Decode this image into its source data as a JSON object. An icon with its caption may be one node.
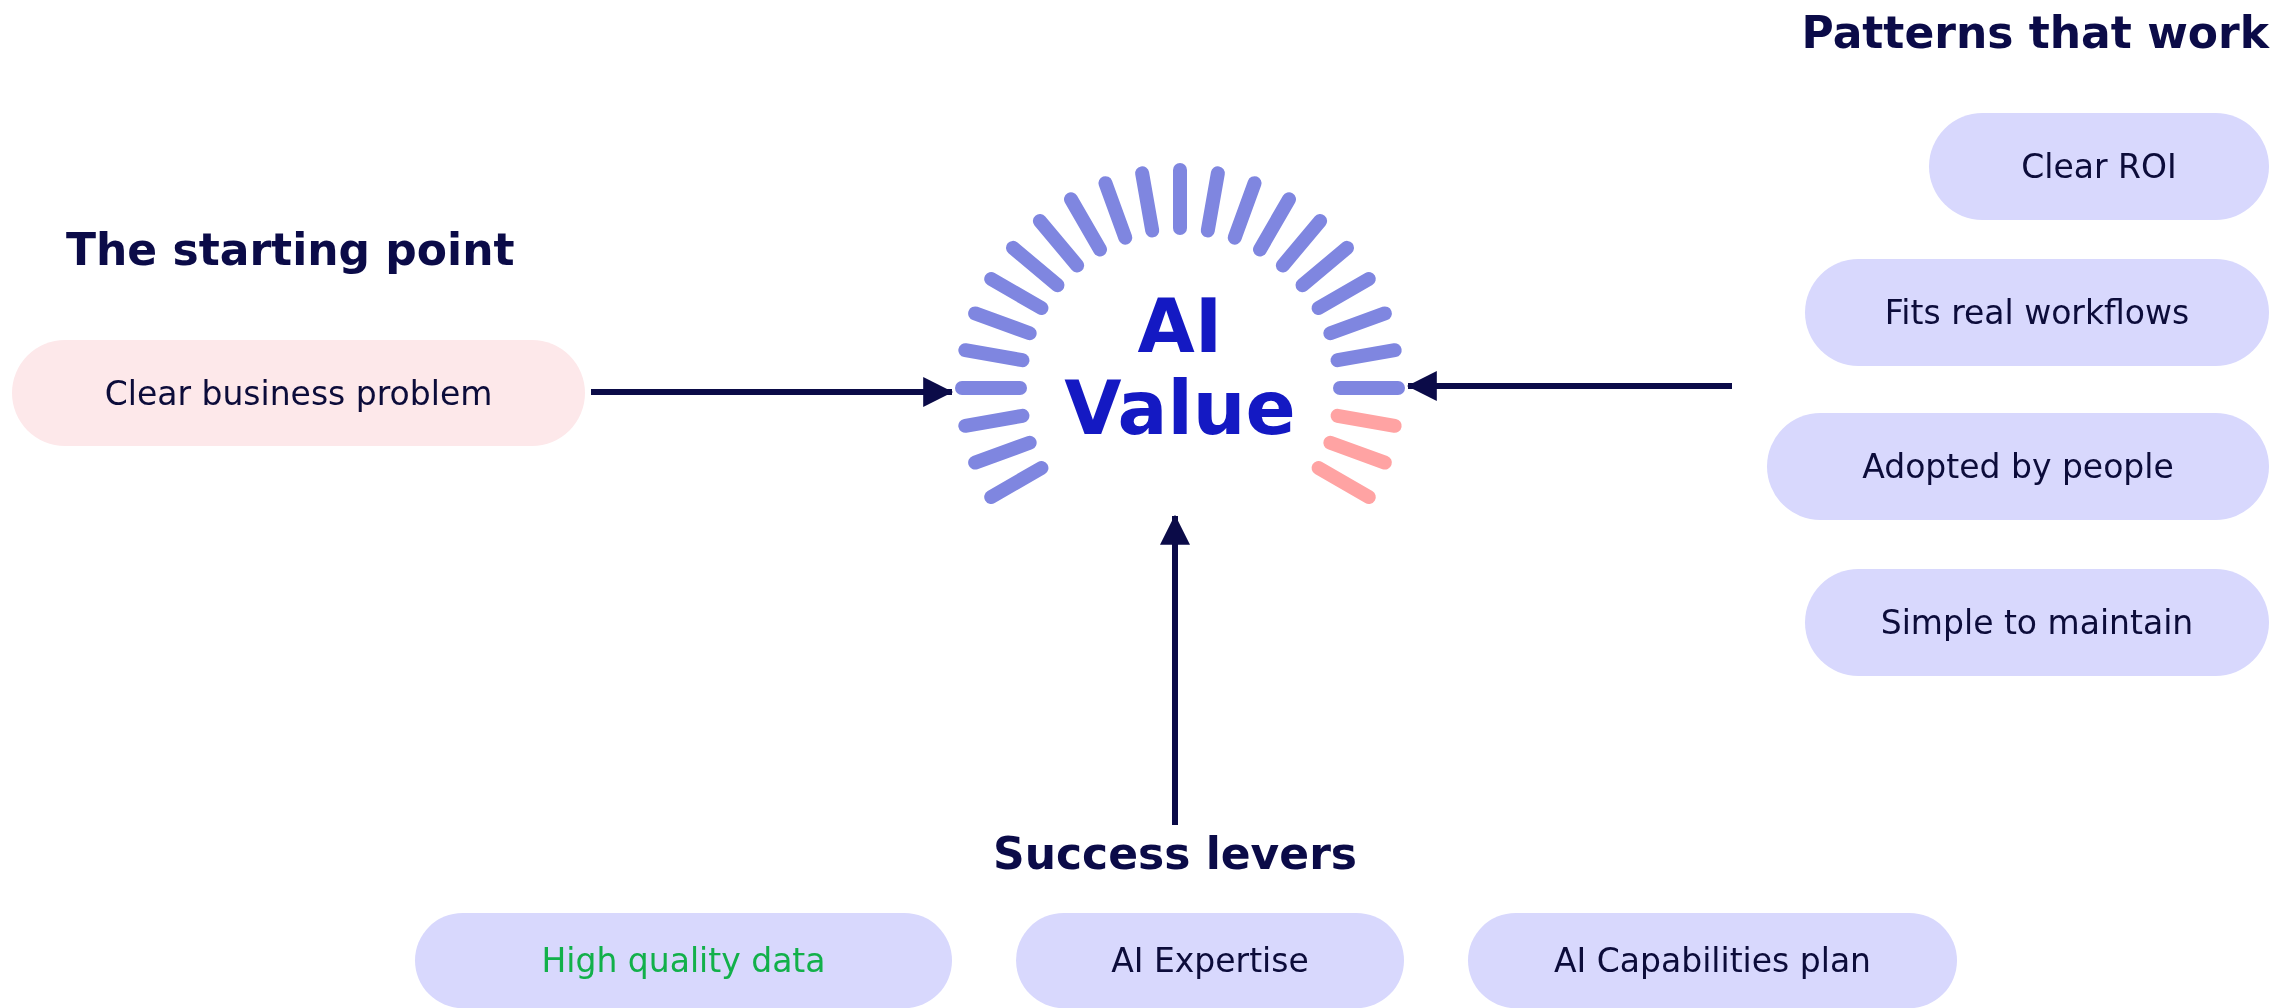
{
  "diagram": {
    "nodes": [
      {
        "text": [
          "AI Value"
        ]
      },
      {
        "text": [
          "Clear business problem"
        ]
      },
      {
        "text": [
          "Clear ROI"
        ]
      },
      {
        "text": [
          "Fits real workflows"
        ]
      },
      {
        "text": [
          "Adopted by people"
        ]
      },
      {
        "text": [
          "Simple to maintain"
        ]
      },
      {
        "text": [
          "Success levers"
        ]
      },
      {
        "text": [
          "High quality data"
        ]
      },
      {
        "text": [
          "AI Expertise"
        ]
      },
      {
        "text": [
          "AI Capabilities plan"
        ]
      }
    ],
    "edges": [
      {
        "from": 1,
        "to": 0,
        "arrow": "to"
      },
      {
        "from": null,
        "to": 0,
        "arrow": "to"
      },
      {
        "from": 6,
        "to": 0,
        "arrow": "to"
      }
    ],
    "labels": [
      "Patterns that work",
      "The starting point"
    ]
  }
}
